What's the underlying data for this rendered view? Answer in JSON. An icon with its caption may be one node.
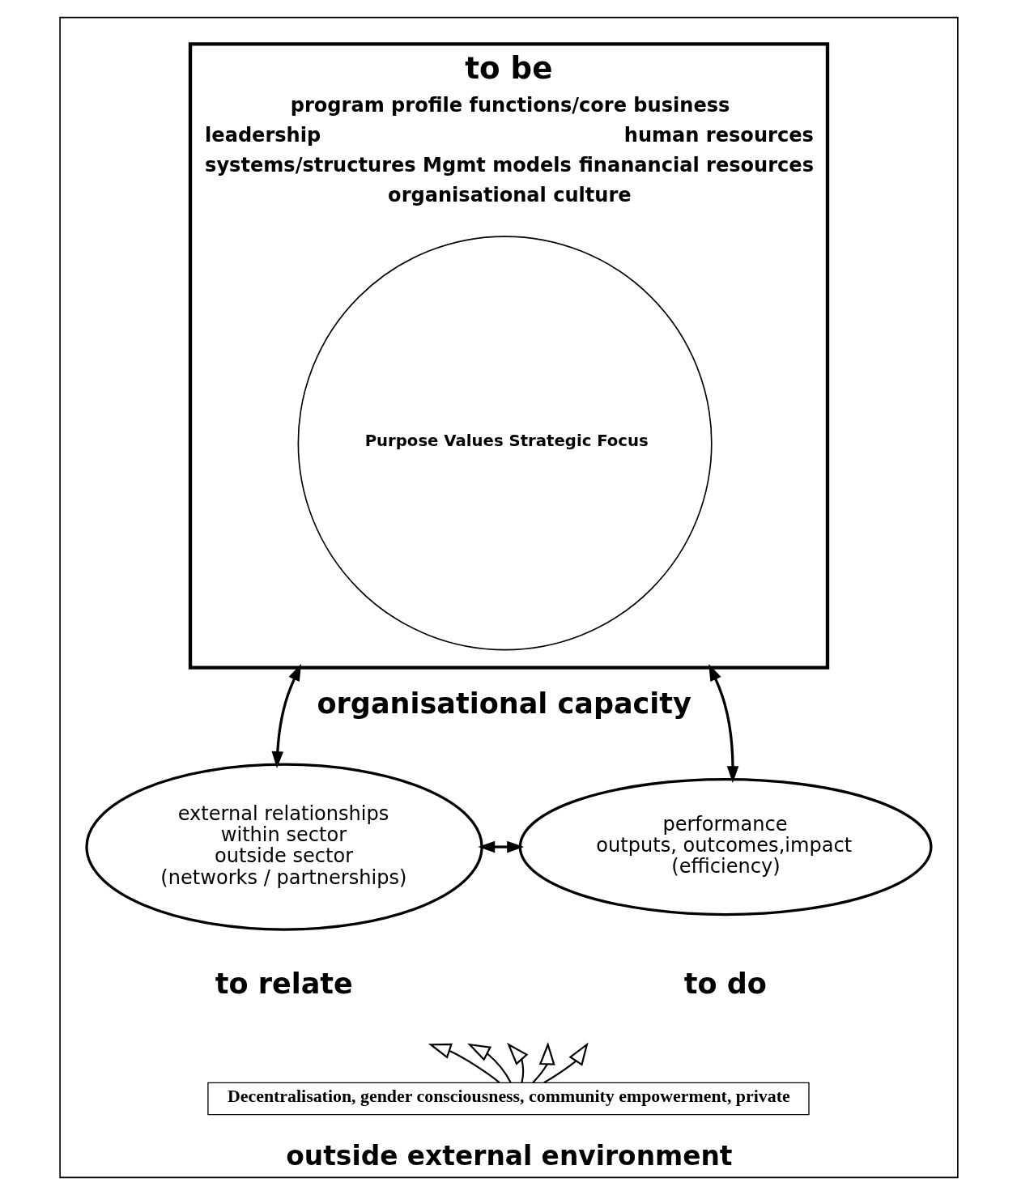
{
  "diagram": {
    "nodes": [
      {
        "text": [
          "outside external environment"
        ]
      },
      {
        "text": [
          "to be",
          "program profile functions/core business",
          "leadership",
          "human resources",
          "systems/structures Mgmt models",
          "finanancial resources",
          "organisational culture"
        ],
        "beside": [
          "organisational capacity"
        ],
        "in": 0
      },
      {
        "text": [
          "Purpose Values Strategic Focus"
        ],
        "in": 1
      },
      {
        "text": [
          "external relationships",
          "within sector",
          "outside sector",
          "(networks / partnerships)"
        ],
        "beside": [
          "to relate"
        ],
        "in": 0
      },
      {
        "text": [
          "performance",
          "outputs, outcomes,impact",
          "(efficiency)"
        ],
        "beside": [
          "to do"
        ],
        "in": 0
      },
      {
        "text": [
          "Decentralisation, gender consciousness, community empowerment, private"
        ],
        "in": 0
      }
    ],
    "edges": [
      {
        "from": 1,
        "to": 3,
        "arrow": "both"
      },
      {
        "from": 1,
        "to": 4,
        "arrow": "both"
      },
      {
        "from": 3,
        "to": 4,
        "arrow": "both"
      },
      {
        "from": 5,
        "to": null,
        "arrow": "to"
      },
      {
        "from": 5,
        "to": null,
        "arrow": "to"
      },
      {
        "from": 5,
        "to": null,
        "arrow": "to"
      },
      {
        "from": 5,
        "to": null,
        "arrow": "to"
      },
      {
        "from": 5,
        "to": null,
        "arrow": "to"
      }
    ]
  }
}
